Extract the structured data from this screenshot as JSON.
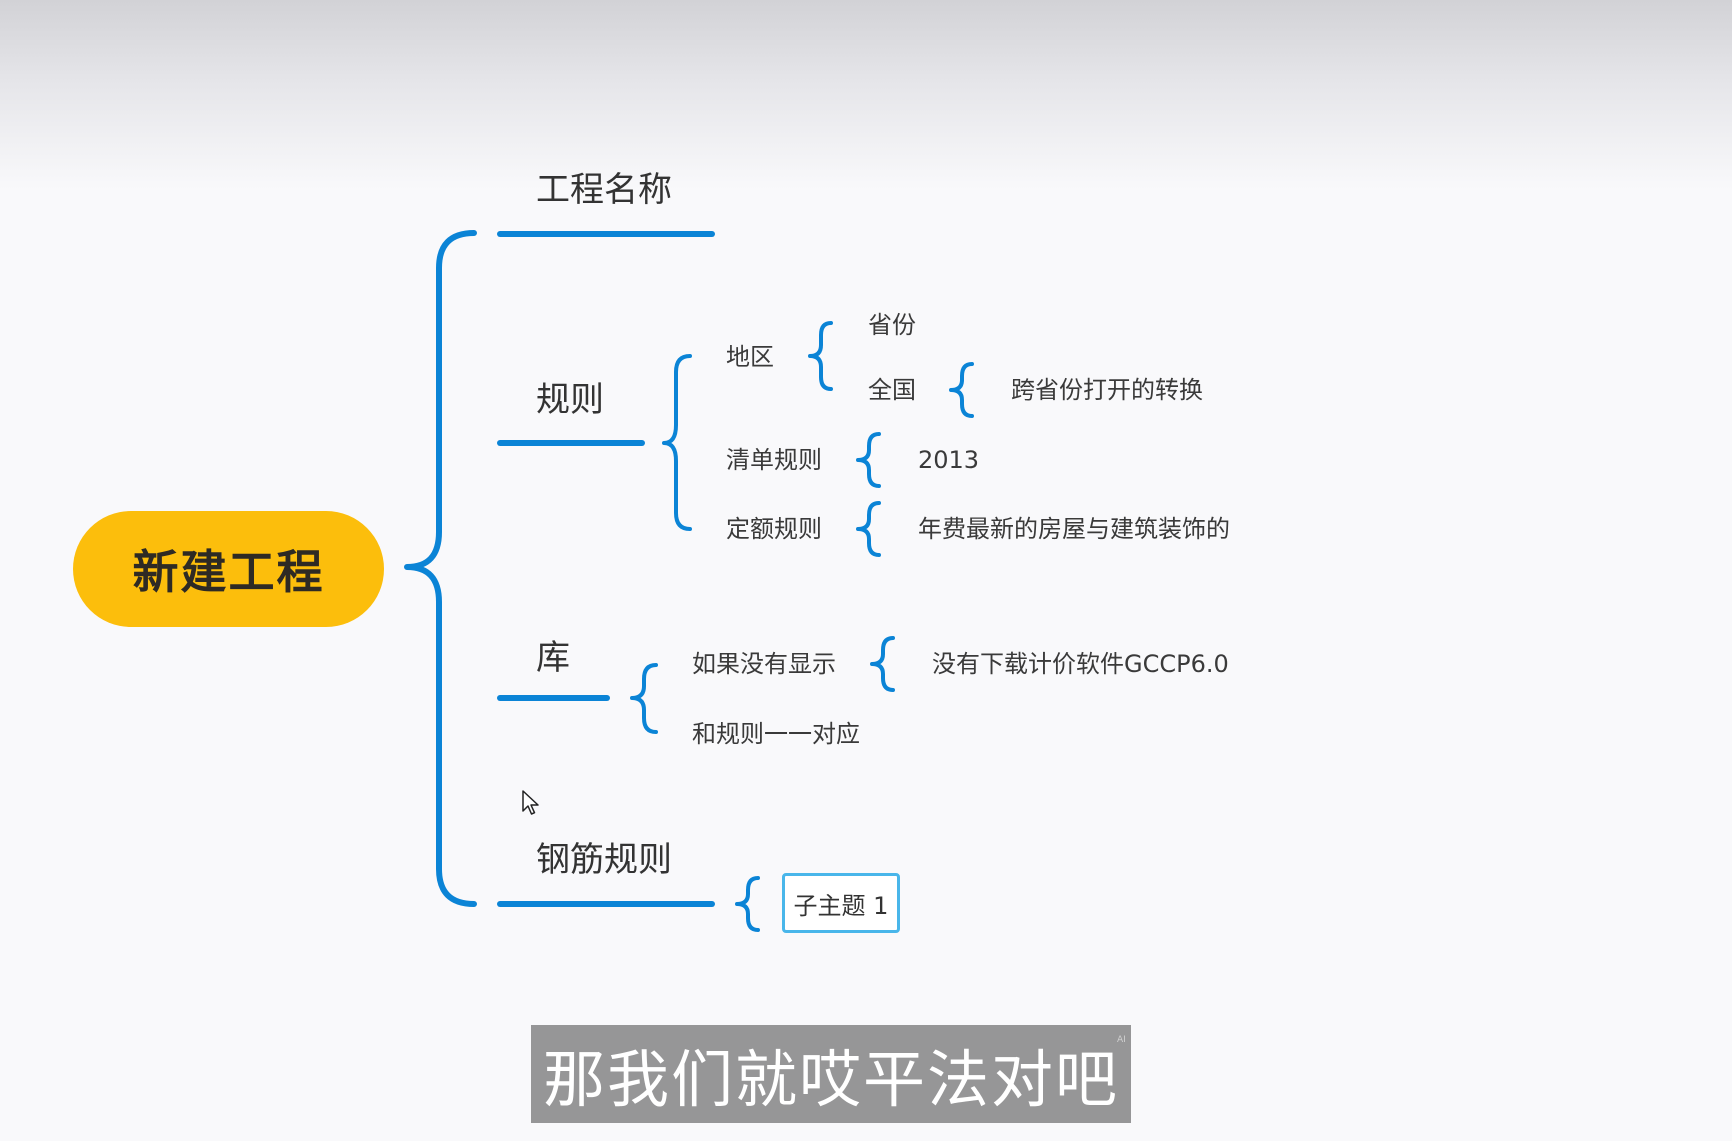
{
  "root": {
    "label": "新建工程"
  },
  "branches": {
    "project_name": {
      "label": "工程名称"
    },
    "rules": {
      "label": "规则",
      "region": {
        "label": "地区",
        "province": "省份",
        "national": "全国",
        "national_note": "跨省份打开的转换"
      },
      "bill_rules": {
        "label": "清单规则",
        "value": "2013"
      },
      "quota_rules": {
        "label": "定额规则",
        "value": "年费最新的房屋与建筑装饰的"
      }
    },
    "library": {
      "label": "库",
      "not_shown": {
        "label": "如果没有显示",
        "note": "没有下载计价软件GCCP6.0"
      },
      "match": {
        "label": "和规则一一对应"
      }
    },
    "rebar_rules": {
      "label": "钢筋规则",
      "subtopic": "子主题 1"
    }
  },
  "caption": {
    "text": "那我们就哎平法对吧",
    "badge": "AI"
  },
  "colors": {
    "root_fill": "#fcbe0c",
    "line": "#0b84d6",
    "subtopic_border": "#49b6ea",
    "caption_bg": "#808080"
  },
  "icons": {
    "cursor": "mouse-pointer-icon"
  }
}
